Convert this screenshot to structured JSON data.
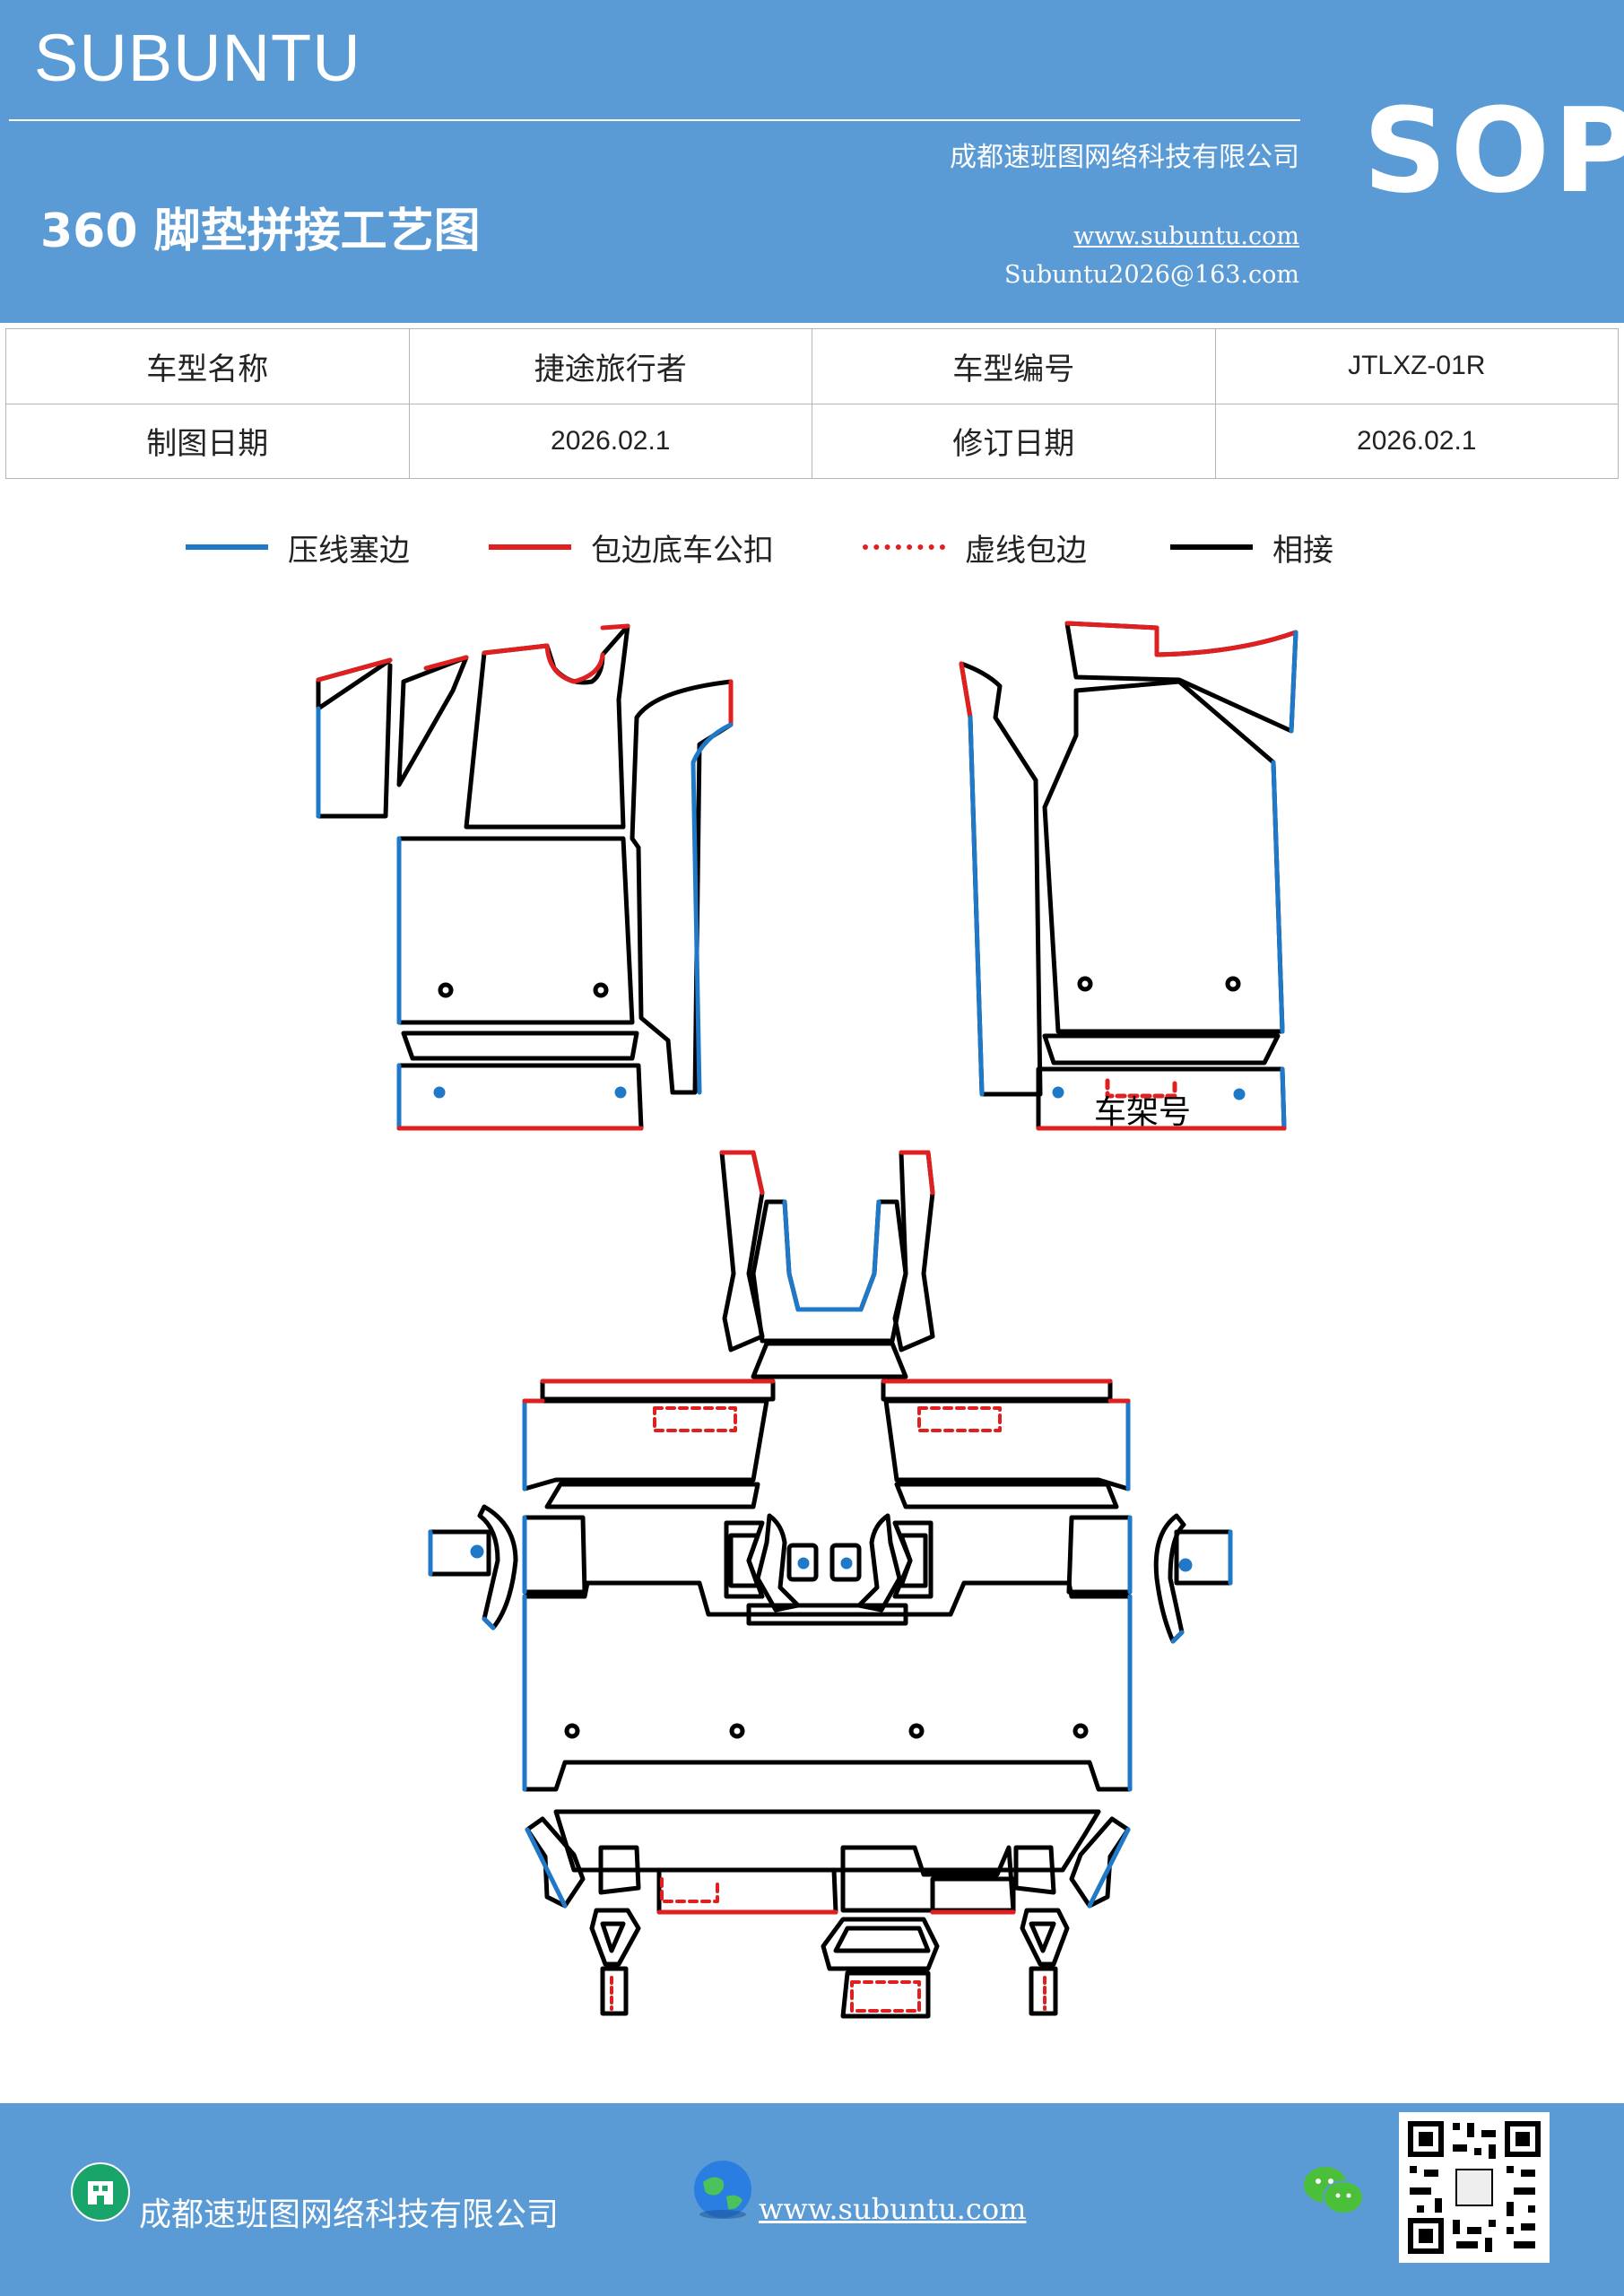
{
  "header": {
    "brand": "SUBUNTU",
    "doc_title": "360 脚垫拼接工艺图",
    "company": "成都速班图网络科技有限公司",
    "website": "www.subuntu.com",
    "email": "Subuntu2026@163.com",
    "sop": "SOP",
    "bg_color": "#5B9BD5"
  },
  "info_table": {
    "rows": [
      [
        "车型名称",
        "捷途旅行者",
        "车型编号",
        "JTLXZ-01R"
      ],
      [
        "制图日期",
        "2026.02.1",
        "修订日期",
        "2026.02.1"
      ]
    ]
  },
  "legend": [
    {
      "label": "压线塞边",
      "color": "#1F78C8",
      "style": "solid"
    },
    {
      "label": "包边底车公扣",
      "color": "#E02020",
      "style": "solid"
    },
    {
      "label": "虚线包边",
      "color": "#E02020",
      "style": "dashed"
    },
    {
      "label": "相接",
      "color": "#000000",
      "style": "solid"
    }
  ],
  "diagram": {
    "frame_label": "车架号"
  },
  "footer": {
    "company": "成都速班图网络科技有限公司",
    "website": "www.subuntu.com",
    "icons": [
      "building-icon",
      "globe-icon",
      "wechat-icon",
      "qr-code"
    ]
  }
}
